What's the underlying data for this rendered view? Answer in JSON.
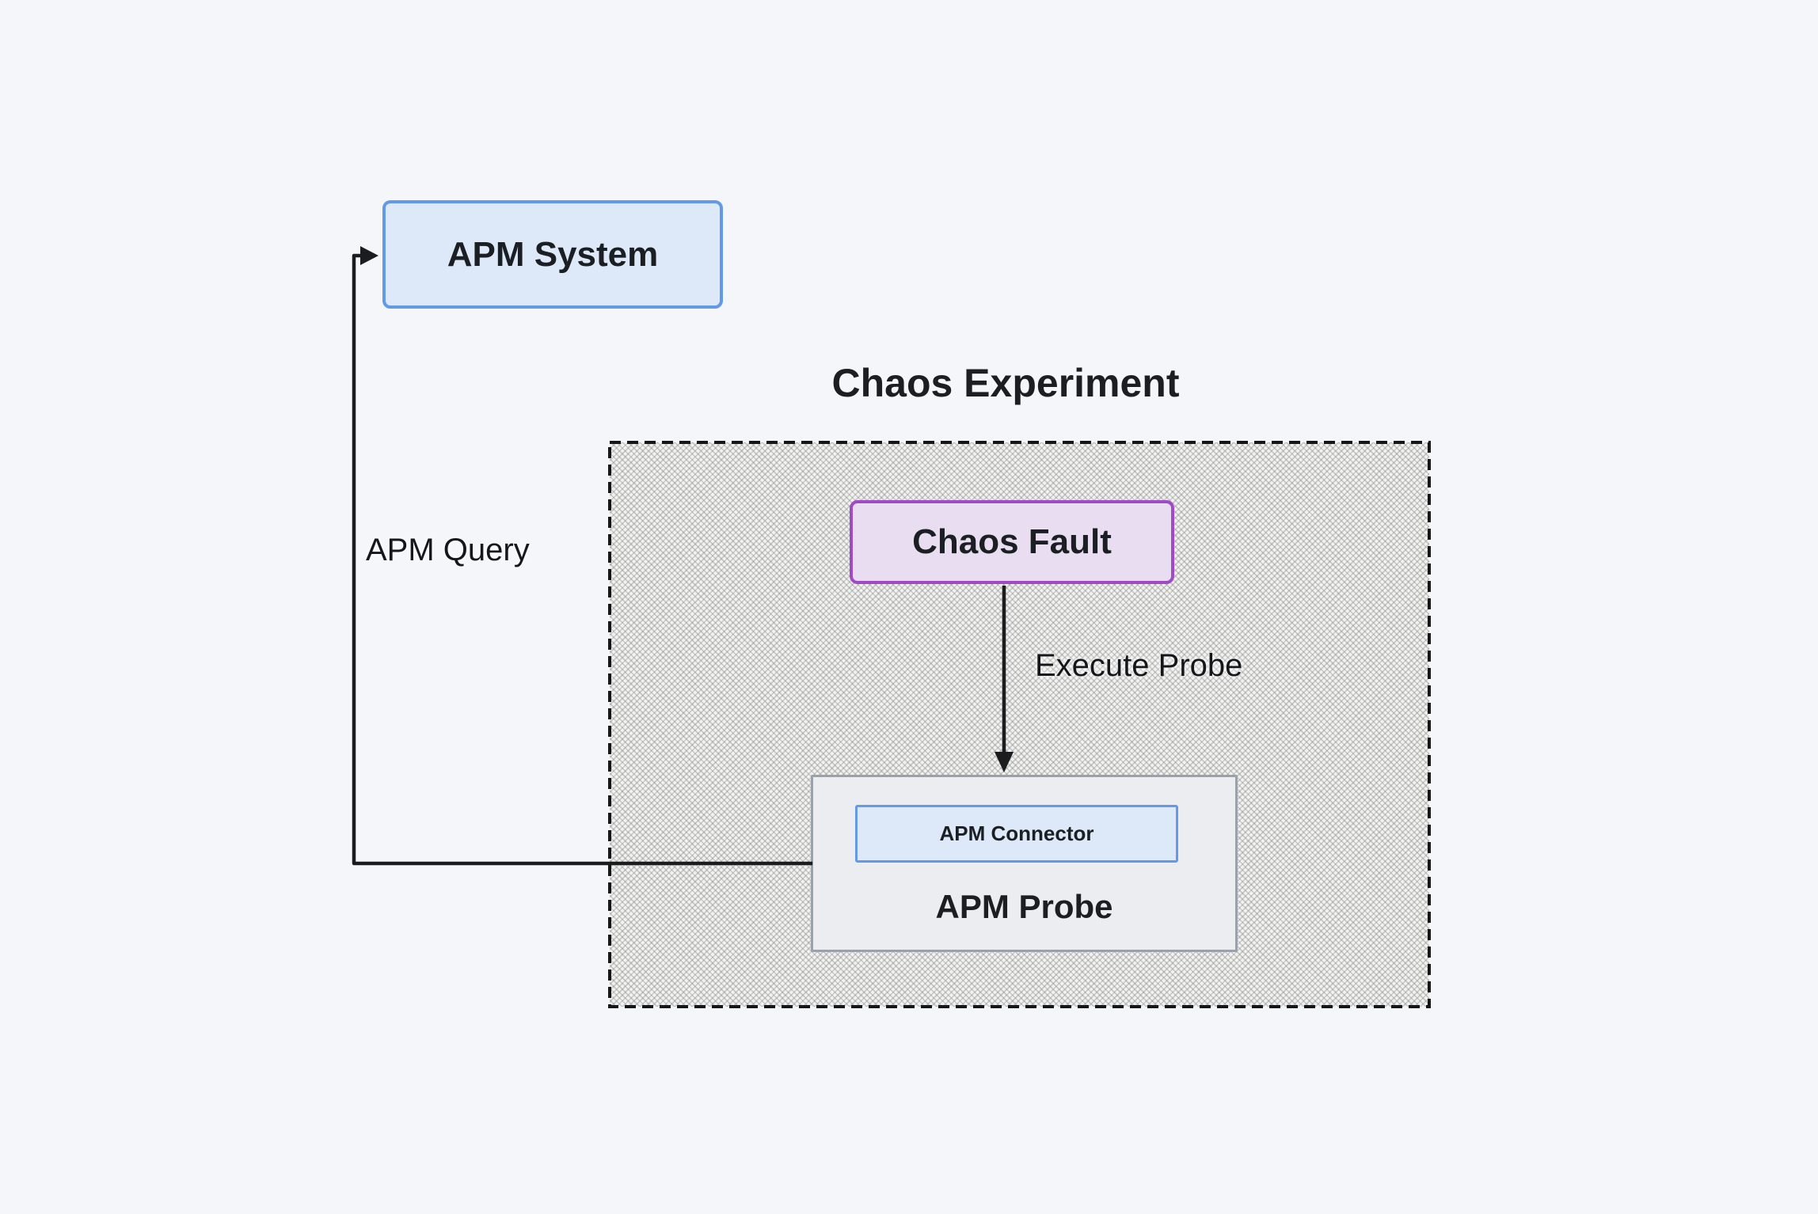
{
  "region": {
    "title": "Chaos Experiment"
  },
  "nodes": {
    "apm_system": {
      "label": "APM System"
    },
    "chaos_fault": {
      "label": "Chaos Fault"
    },
    "apm_probe": {
      "label": "APM Probe"
    },
    "apm_connector": {
      "label": "APM Connector"
    }
  },
  "edges": {
    "apm_query": {
      "label": "APM Query"
    },
    "execute_probe": {
      "label": "Execute Probe"
    }
  },
  "colors": {
    "background": "#f4f6f9",
    "blue_node_fill": "#dde9f8",
    "blue_node_border": "#639ae7",
    "purple_node_fill": "#e9def1",
    "purple_node_border": "#a04bc5",
    "gray_node_fill": "#ebedf0",
    "gray_node_border": "#9aa1ab",
    "line": "#1a1c1e",
    "text": "#1b1e22"
  }
}
